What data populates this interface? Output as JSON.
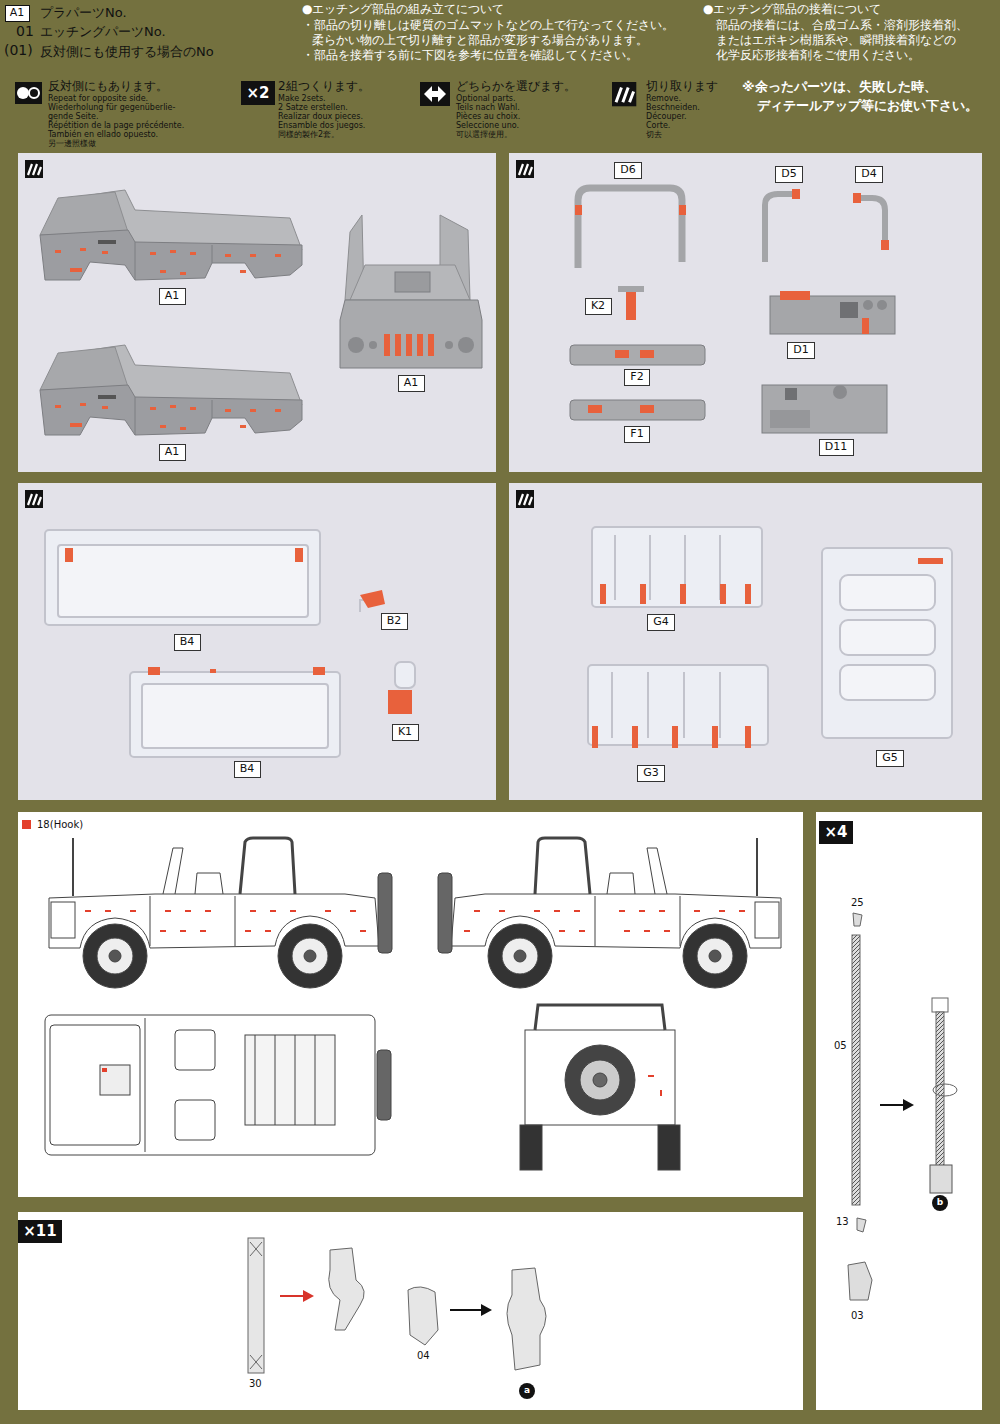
{
  "diagram": {
    "nodes": [
      {
        "text": [
          "A1"
        ]
      },
      {
        "text": [
          "×2"
        ]
      },
      {
        "text": [
          "×4"
        ]
      },
      {
        "text": [
          "×11"
        ]
      },
      {
        "text": [
          "b"
        ]
      },
      {
        "text": [
          "a"
        ]
      },
      {
        "text": [
          "A1"
        ]
      },
      {
        "text": [
          "A1"
        ]
      },
      {
        "text": [
          "A1"
        ]
      },
      {
        "text": [
          "D6"
        ]
      },
      {
        "text": [
          "D5"
        ]
      },
      {
        "text": [
          "D4"
        ]
      },
      {
        "text": [
          "K2"
        ]
      },
      {
        "text": [
          "D1"
        ]
      },
      {
        "text": [
          "F2"
        ]
      },
      {
        "text": [
          "F1"
        ]
      },
      {
        "text": [
          "D11"
        ]
      },
      {
        "text": [
          "B4"
        ]
      },
      {
        "text": [
          "B2"
        ]
      },
      {
        "text": [
          "B4"
        ]
      },
      {
        "text": [
          "K1"
        ]
      },
      {
        "text": [
          "G4"
        ]
      },
      {
        "text": [
          "G3"
        ]
      },
      {
        "text": [
          "G5"
        ]
      }
    ],
    "labels": [
      "プラパーツNo.",
      "01",
      "エッチングパーツNo.",
      "(01)",
      "反対側にも使用する場合のNo",
      "●エッチング部品の組み立てについて",
      "・部品の切り離しは硬質のゴムマットなどの上で行なってください。",
      "柔らかい物の上で切り離すと部品が変形する場合があります。",
      "・部品を接着する前に下図を参考に位置を確認してください。",
      "●エッチング部品の接着について",
      "部品の接着には、合成ゴム系・溶剤形接着剤、",
      "またはエポキシ樹脂系や、瞬間接着剤などの",
      "化学反応形接着剤をご使用ください。",
      "反対側にもあります。",
      "Repeat for opposite side.",
      "Wiederholung für gegenüberlie-",
      "gende Seite.",
      "Répétition de la page précédente.",
      "También en ellado opuesto.",
      "另一邊照樣做",
      "2組つくります。",
      "Make 2sets.",
      "2 Satze erstellen.",
      "Realizar doux pieces.",
      "Ensamble dos juegos.",
      "同樣的製作2套。",
      "どちらかを選びます。",
      "Optional parts.",
      "Teils nach Wahl.",
      "Pièces au choix.",
      "Seleccione uno.",
      "可以選擇使用。",
      "切り取ります",
      "Remove.",
      "Beschneiden.",
      "Découper.",
      "Corte.",
      "切去",
      "※余ったパーツは、失敗した時、",
      "ディテールアップ等にお使い下さい。",
      "25",
      "05",
      "13",
      "03",
      "30",
      "04"
    ],
    "legend": [
      {
        "text": "18(Hook)",
        "color": "#e3402c"
      }
    ]
  }
}
